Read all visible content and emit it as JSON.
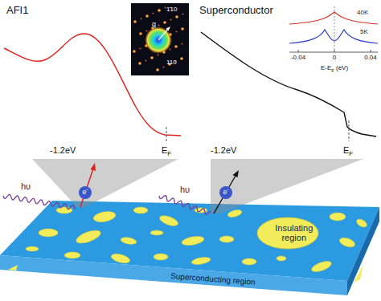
{
  "diagram": {
    "nodes": [
      {
        "text": [
          "AFI1"
        ]
      },
      {
        "text": [
          "q",
          "1̄10",
          "110"
        ],
        "in": 0
      },
      {
        "text": [
          "Superconductor"
        ]
      },
      {
        "text": [
          "40K",
          "5K",
          "-0.04",
          "0",
          "0.04",
          "E-EF (eV)"
        ],
        "in": 2
      },
      {
        "text": [
          "Superconducting region"
        ]
      },
      {
        "text": [
          "Insulating region"
        ],
        "in": 4
      }
    ],
    "labels": [
      "-1.2eV",
      "EF",
      "-1.2eV",
      "EF",
      "hυ",
      "e-",
      "hυ",
      "e-"
    ]
  }
}
